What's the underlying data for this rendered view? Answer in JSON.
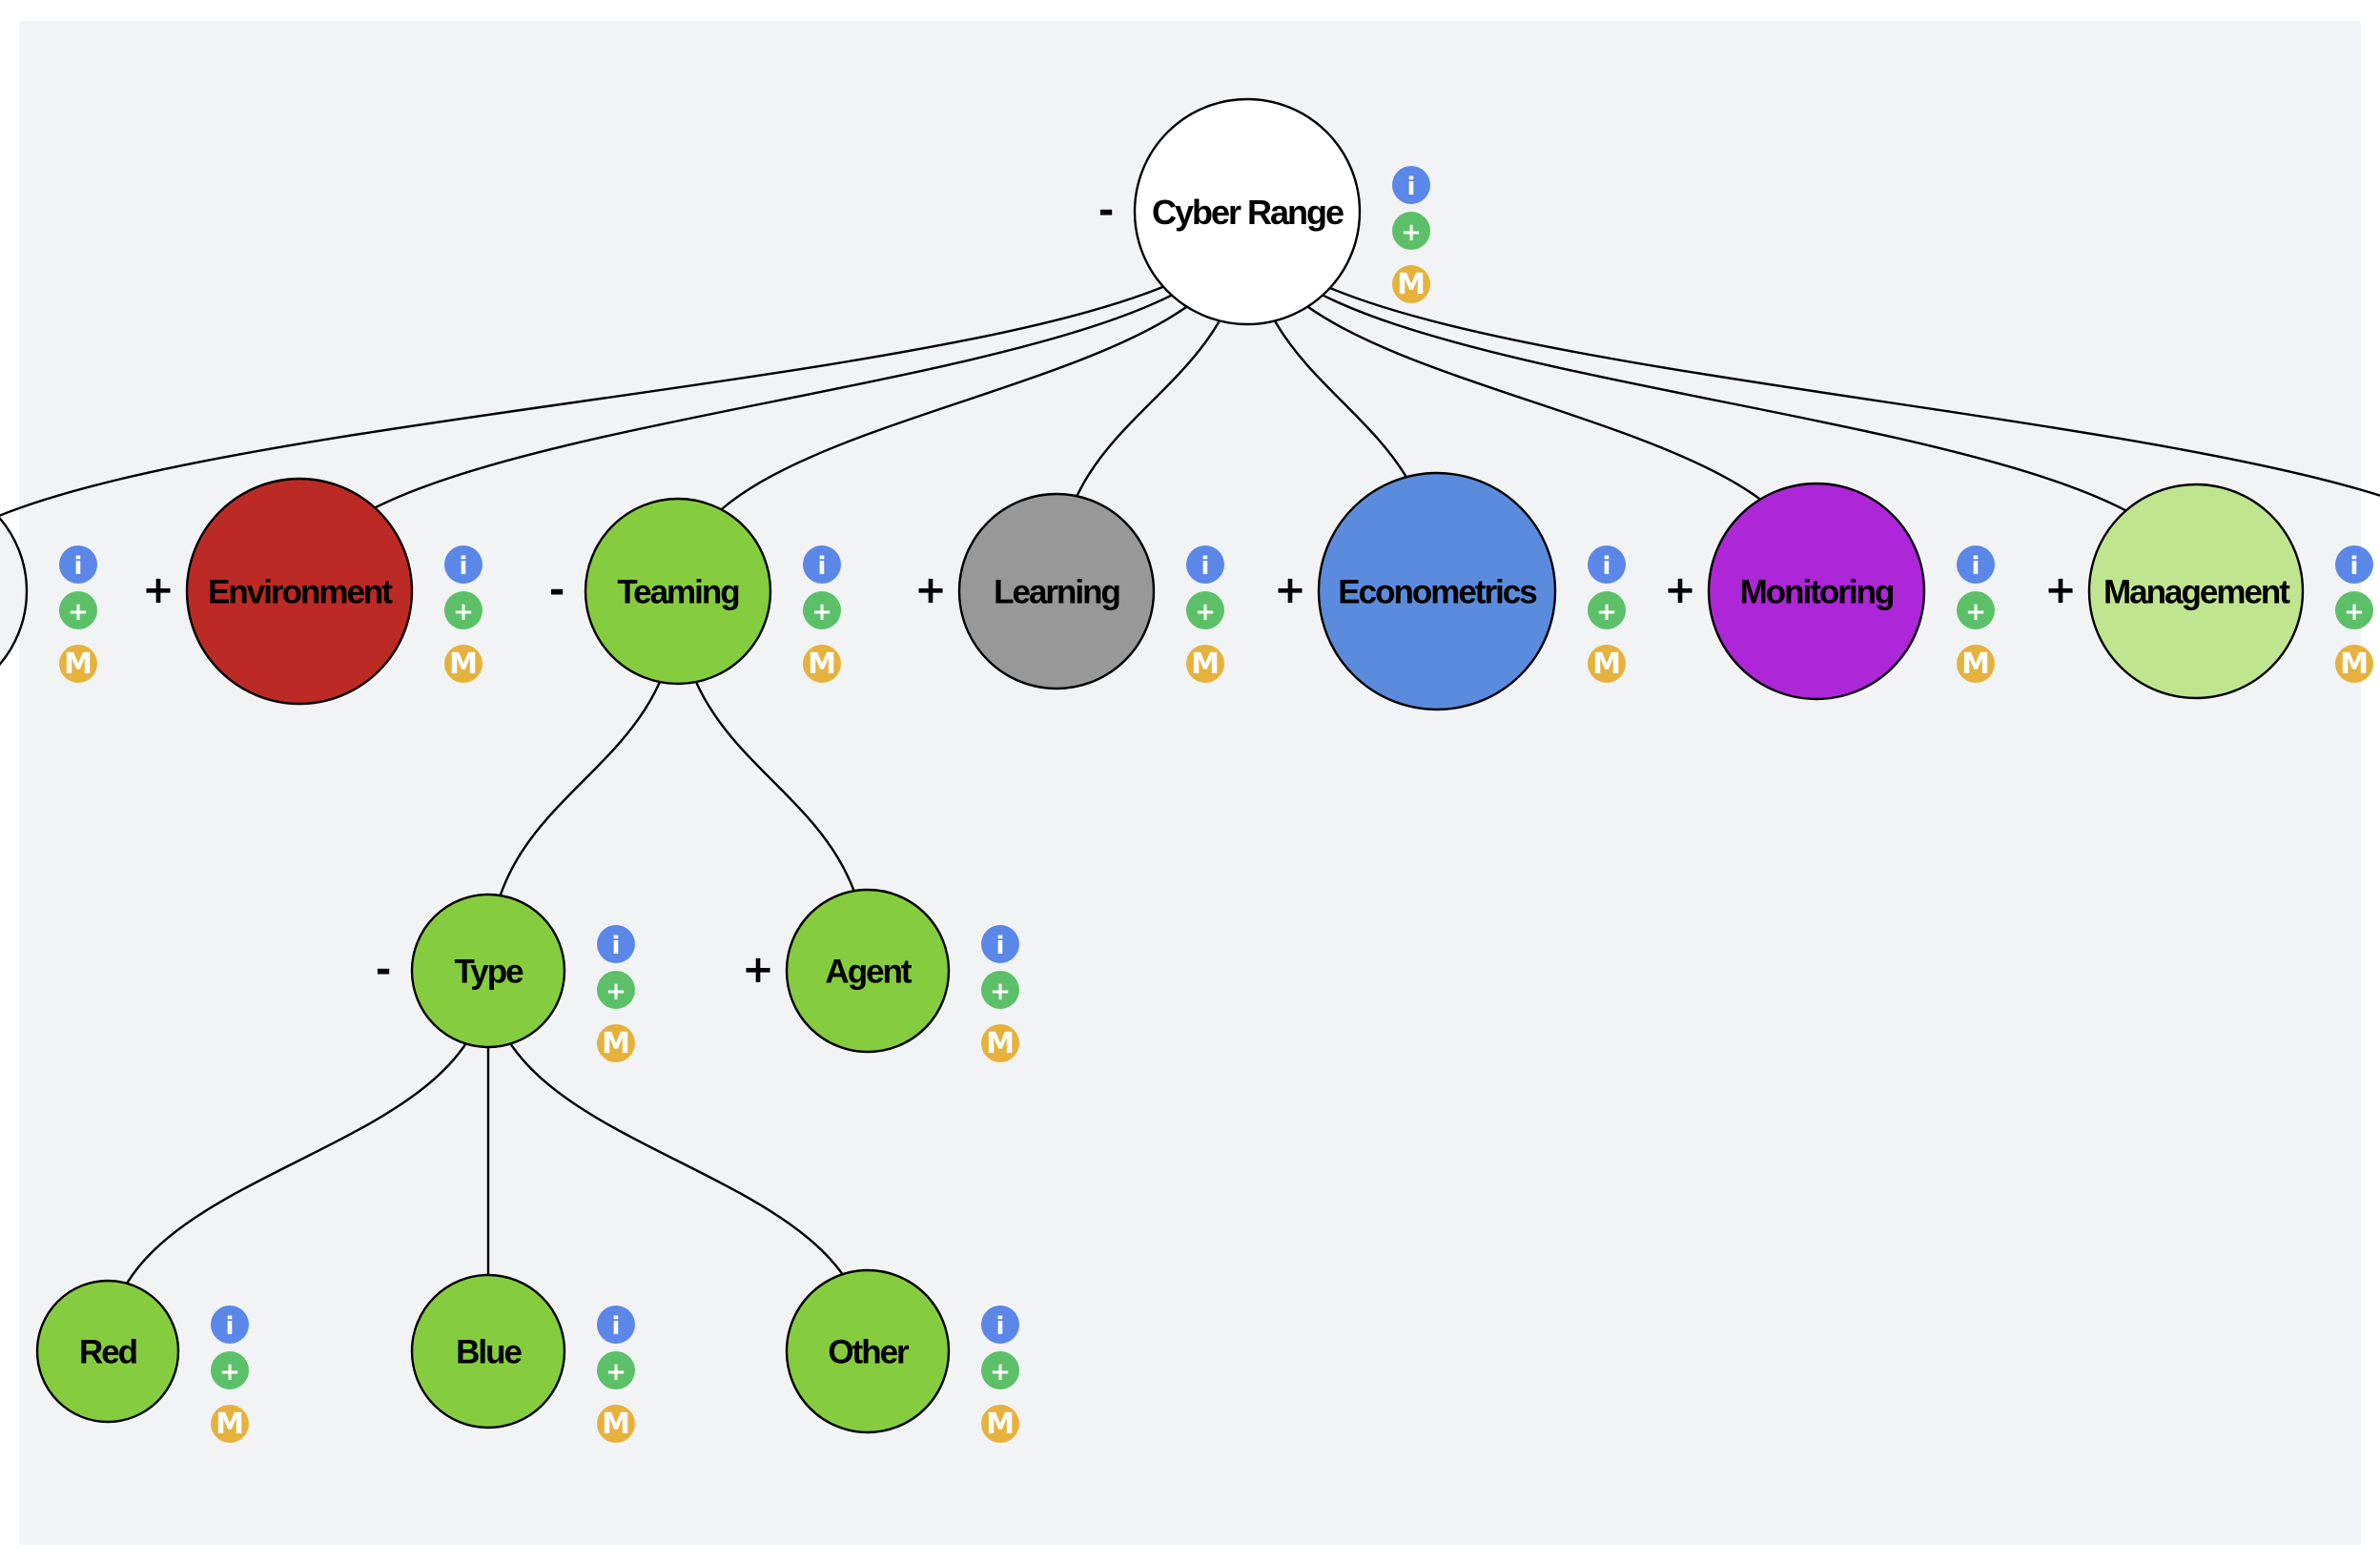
{
  "diagram": {
    "colors": {
      "canvas_bg": "#f2f3f5",
      "page_bg": "#ffffff",
      "link": "#000000",
      "info_badge": "#5b87e8",
      "add_badge": "#5cc068",
      "m_badge": "#e6b23c"
    },
    "badge_glyphs": {
      "info": "i",
      "add": "+",
      "m": "M"
    },
    "nodes": [
      {
        "id": "cyber-range",
        "label": "Cyber Range",
        "toggle": "-",
        "color": "#ffffff"
      },
      {
        "id": "offscreen-left",
        "label": "",
        "toggle": "",
        "color": "#f2f3f5"
      },
      {
        "id": "environment",
        "label": "Environment",
        "toggle": "+",
        "color": "#bb2a24"
      },
      {
        "id": "teaming",
        "label": "Teaming",
        "toggle": "-",
        "color": "#86cc3f"
      },
      {
        "id": "learning",
        "label": "Learning",
        "toggle": "+",
        "color": "#989898"
      },
      {
        "id": "econometrics",
        "label": "Econometrics",
        "toggle": "+",
        "color": "#5b8bdc"
      },
      {
        "id": "monitoring",
        "label": "Monitoring",
        "toggle": "+",
        "color": "#ad26d8"
      },
      {
        "id": "management",
        "label": "Management",
        "toggle": "+",
        "color": "#c0e58f"
      },
      {
        "id": "offscreen-right",
        "label": "",
        "toggle": "",
        "color": "#f2f3f5"
      },
      {
        "id": "type",
        "label": "Type",
        "toggle": "-",
        "color": "#86cc3f"
      },
      {
        "id": "agent",
        "label": "Agent",
        "toggle": "+",
        "color": "#86cc3f"
      },
      {
        "id": "red",
        "label": "Red",
        "toggle": "",
        "color": "#86cc3f"
      },
      {
        "id": "blue",
        "label": "Blue",
        "toggle": "",
        "color": "#86cc3f"
      },
      {
        "id": "other",
        "label": "Other",
        "toggle": "",
        "color": "#86cc3f"
      }
    ],
    "links": [
      [
        "cyber-range",
        "offscreen-left"
      ],
      [
        "cyber-range",
        "environment"
      ],
      [
        "cyber-range",
        "teaming"
      ],
      [
        "cyber-range",
        "learning"
      ],
      [
        "cyber-range",
        "econometrics"
      ],
      [
        "cyber-range",
        "monitoring"
      ],
      [
        "cyber-range",
        "management"
      ],
      [
        "cyber-range",
        "offscreen-right"
      ],
      [
        "teaming",
        "type"
      ],
      [
        "teaming",
        "agent"
      ],
      [
        "type",
        "red"
      ],
      [
        "type",
        "blue"
      ],
      [
        "type",
        "other"
      ]
    ]
  }
}
